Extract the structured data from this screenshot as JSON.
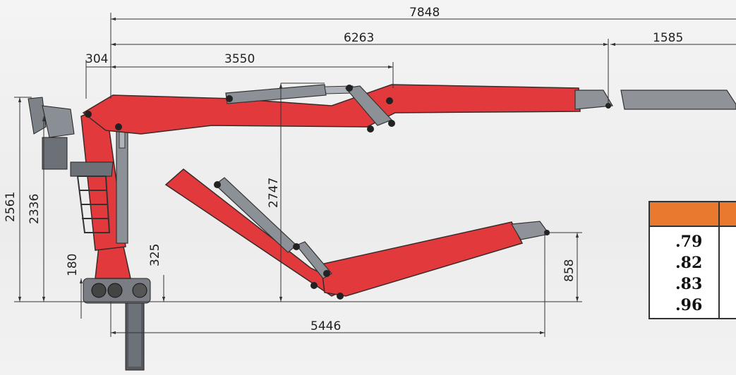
{
  "dimensions": {
    "total_reach": "7848",
    "boom_reach": "6263",
    "extension": "1585",
    "offset": "304",
    "inner_reach": "3550",
    "total_height": "2561",
    "pivot_height": "2336",
    "folded_height": "2747",
    "base_height": "180",
    "base_offset": "325",
    "grip_height": "858",
    "folded_reach": "5446"
  },
  "spec_table": {
    "header_color": "#e8792f",
    "rows": [
      ".79",
      ".82",
      ".83",
      ".96"
    ]
  },
  "colors": {
    "boom_red": "#e23a3c",
    "cylinder_gray": "#8c9097"
  }
}
